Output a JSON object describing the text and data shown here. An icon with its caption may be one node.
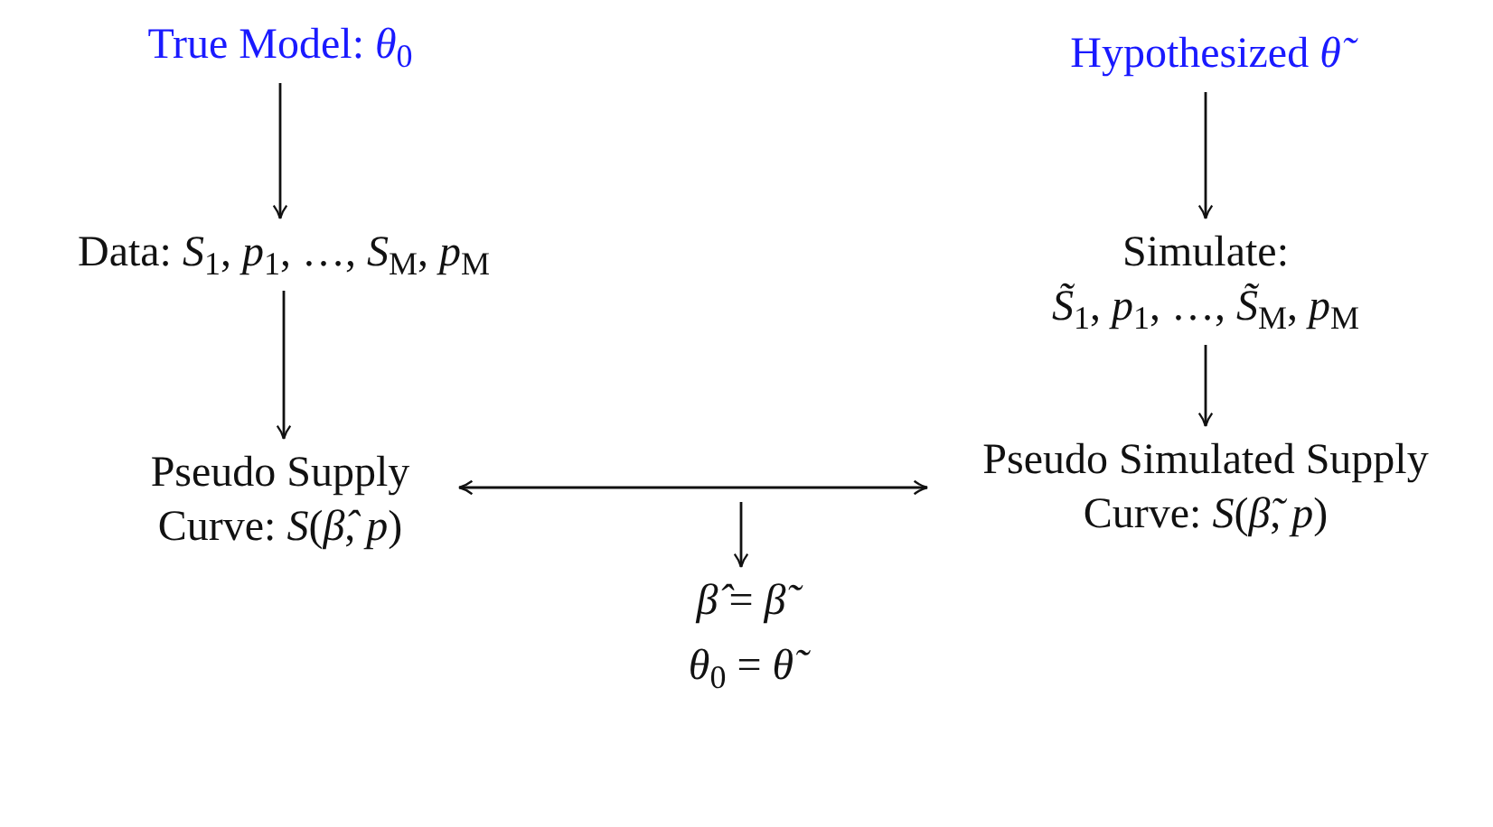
{
  "diagram": {
    "nodes": [
      {
        "text": [
          "True Model: *θ*$_{0}$"
        ]
      },
      {
        "text": [
          "Data: *S*$_{1}$, *p*$_{1}$, …, *S*$_{M}$, *p*$_{M}$"
        ]
      },
      {
        "text": [
          "Pseudo Supply Curve: *S*(*β̂*, *p*)"
        ]
      },
      {
        "text": [
          "Hypothesized *θ̃*"
        ]
      },
      {
        "text": [
          "Simulate:",
          "*S̃*$_{1}$, *p*$_{1}$, …, *S̃*$_{M}$, *p*$_{M}$"
        ]
      },
      {
        "text": [
          "Pseudo Simulated Supply Curve: *S*(*β̃*, *p*)"
        ]
      },
      {
        "text": [
          "*β̂* = *β̃*",
          "*θ*$_{0}$ = *θ̃*"
        ]
      }
    ],
    "edges": [
      {
        "from": 0,
        "to": 1,
        "arrow": "to"
      },
      {
        "from": 1,
        "to": 2,
        "arrow": "to"
      },
      {
        "from": 3,
        "to": 4,
        "arrow": "to"
      },
      {
        "from": 4,
        "to": 5,
        "arrow": "to"
      },
      {
        "from": 2,
        "to": 5,
        "arrow": "both"
      },
      {
        "from": null,
        "to": 6,
        "arrow": "to"
      }
    ]
  }
}
